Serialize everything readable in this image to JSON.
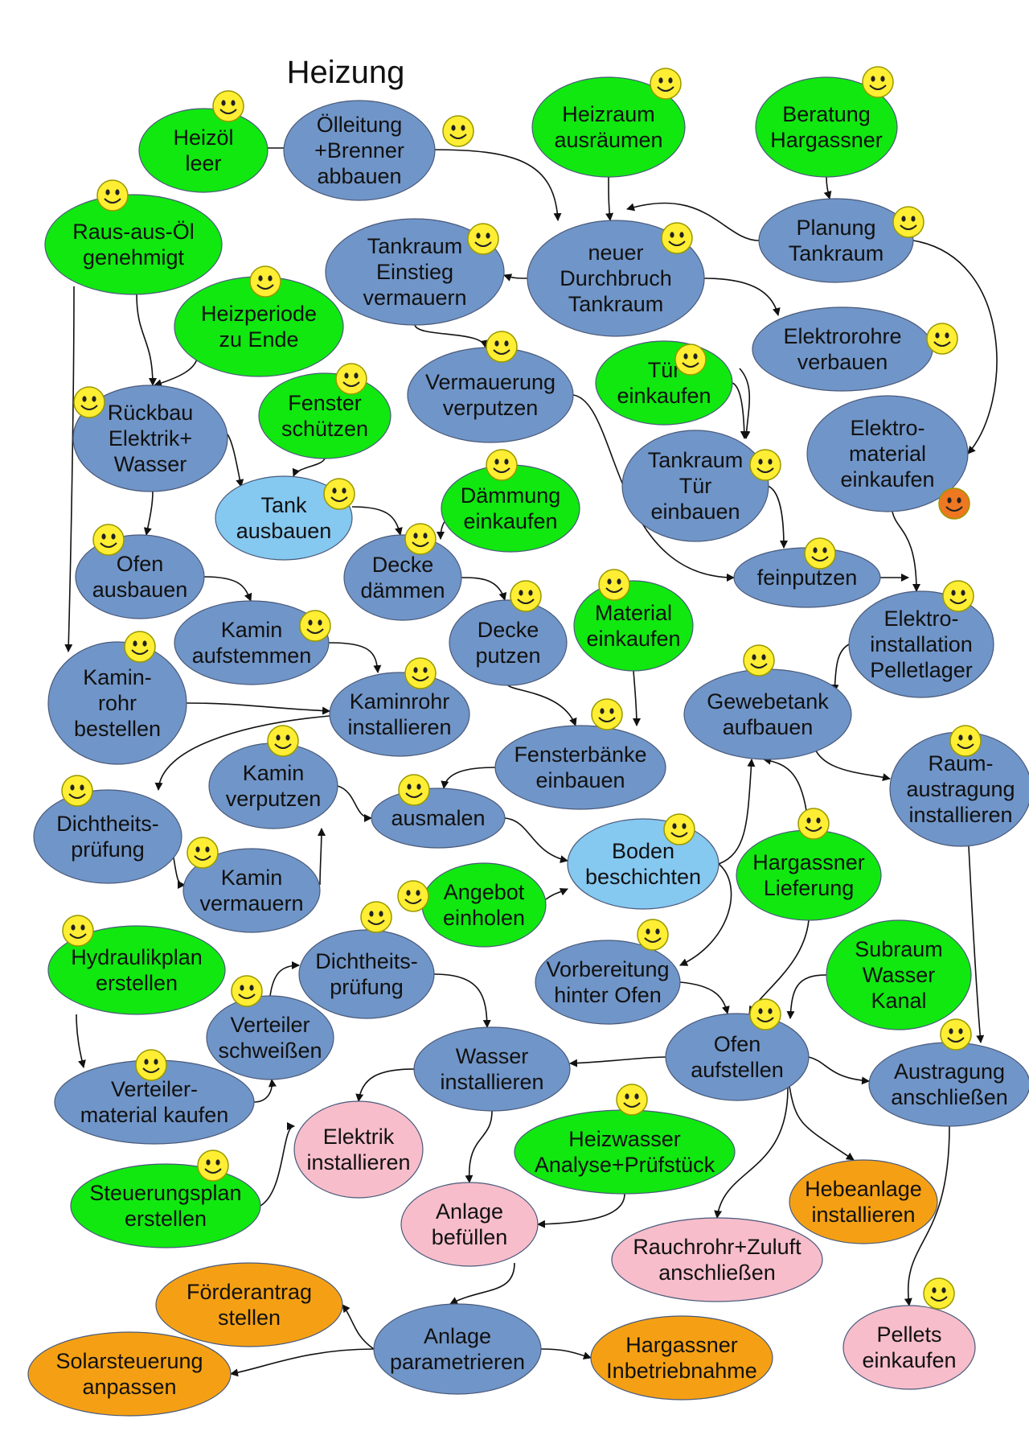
{
  "title": "Heizung",
  "colors": {
    "blue": "#7095c8",
    "green": "#10e810",
    "light-blue": "#85c8f0",
    "pink": "#f7bdcb",
    "orange": "#f5a014",
    "outline": "#4a5a7a",
    "smiley-yellow": "#ffee33",
    "smiley-orange": "#ee7722"
  },
  "nodes": [
    {
      "id": "heizoel",
      "color": "green",
      "lines": [
        "Heizöl",
        "leer"
      ],
      "smiley": "yellow"
    },
    {
      "id": "oelleitung",
      "color": "blue",
      "lines": [
        "Ölleitung",
        "+Brenner",
        "abbauen"
      ],
      "smiley": "yellow"
    },
    {
      "id": "heizraum",
      "color": "green",
      "lines": [
        "Heizraum",
        "ausräumen"
      ],
      "smiley": "yellow"
    },
    {
      "id": "beratung",
      "color": "green",
      "lines": [
        "Beratung",
        "Hargassner"
      ],
      "smiley": "yellow"
    },
    {
      "id": "rausausoel",
      "color": "green",
      "lines": [
        "Raus-aus-Öl",
        "genehmigt"
      ],
      "smiley": "yellow"
    },
    {
      "id": "tankraumeinstieg",
      "color": "blue",
      "lines": [
        "Tankraum",
        "Einstieg",
        "vermauern"
      ],
      "smiley": "yellow"
    },
    {
      "id": "durchbruch",
      "color": "blue",
      "lines": [
        "neuer",
        "Durchbruch",
        "Tankraum"
      ],
      "smiley": "yellow"
    },
    {
      "id": "planung",
      "color": "blue",
      "lines": [
        "Planung",
        "Tankraum"
      ],
      "smiley": "yellow"
    },
    {
      "id": "heizperiode",
      "color": "green",
      "lines": [
        "Heizperiode",
        "zu Ende"
      ],
      "smiley": "yellow"
    },
    {
      "id": "elektrorohre",
      "color": "blue",
      "lines": [
        "Elektrorohre",
        "verbauen"
      ],
      "smiley": "yellow"
    },
    {
      "id": "vermauerungverputzen",
      "color": "blue",
      "lines": [
        "Vermauerung",
        "verputzen"
      ],
      "smiley": "yellow"
    },
    {
      "id": "tuereinkaufen",
      "color": "green",
      "lines": [
        "Tür",
        "einkaufen"
      ],
      "smiley": "yellow"
    },
    {
      "id": "rueckbau",
      "color": "blue",
      "lines": [
        "Rückbau",
        "Elektrik+",
        "Wasser"
      ],
      "smiley": "yellow"
    },
    {
      "id": "fensterschuetzen",
      "color": "green",
      "lines": [
        "Fenster",
        "schützen"
      ],
      "smiley": "yellow"
    },
    {
      "id": "elektromaterial",
      "color": "blue",
      "lines": [
        "Elektro-",
        "material",
        "einkaufen"
      ],
      "smiley": "orange"
    },
    {
      "id": "tankraumtuer",
      "color": "blue",
      "lines": [
        "Tankraum",
        "Tür",
        "einbauen"
      ],
      "smiley": "yellow"
    },
    {
      "id": "tankausbauen",
      "color": "light-blue",
      "lines": [
        "Tank",
        "ausbauen"
      ],
      "smiley": "yellow"
    },
    {
      "id": "daemmungeinkaufen",
      "color": "green",
      "lines": [
        "Dämmung",
        "einkaufen"
      ],
      "smiley": "yellow"
    },
    {
      "id": "ofenausbauen",
      "color": "blue",
      "lines": [
        "Ofen",
        "ausbauen"
      ],
      "smiley": "yellow"
    },
    {
      "id": "deckedaemmen",
      "color": "blue",
      "lines": [
        "Decke",
        "dämmen"
      ],
      "smiley": "yellow"
    },
    {
      "id": "feinputzen",
      "color": "blue",
      "lines": [
        "feinputzen"
      ],
      "smiley": "yellow"
    },
    {
      "id": "elektroinstallation",
      "color": "blue",
      "lines": [
        "Elektro-",
        "installation",
        "Pelletlager"
      ],
      "smiley": "yellow"
    },
    {
      "id": "kaminaufstemmen",
      "color": "blue",
      "lines": [
        "Kamin",
        "aufstemmen"
      ],
      "smiley": "yellow"
    },
    {
      "id": "deckeputzen",
      "color": "blue",
      "lines": [
        "Decke",
        "putzen"
      ],
      "smiley": "yellow"
    },
    {
      "id": "materialeinkaufen",
      "color": "green",
      "lines": [
        "Material",
        "einkaufen"
      ],
      "smiley": "yellow"
    },
    {
      "id": "kaminrohrbestellen",
      "color": "blue",
      "lines": [
        "Kamin-",
        "rohr",
        "bestellen"
      ],
      "smiley": "yellow"
    },
    {
      "id": "kaminrohrinstallieren",
      "color": "blue",
      "lines": [
        "Kaminrohr",
        "installieren"
      ],
      "smiley": "yellow"
    },
    {
      "id": "gewebetank",
      "color": "blue",
      "lines": [
        "Gewebetank",
        "aufbauen"
      ],
      "smiley": "yellow"
    },
    {
      "id": "fensterbaenke",
      "color": "blue",
      "lines": [
        "Fensterbänke",
        "einbauen"
      ],
      "smiley": "yellow"
    },
    {
      "id": "kaminverputzen",
      "color": "blue",
      "lines": [
        "Kamin",
        "verputzen"
      ],
      "smiley": "yellow"
    },
    {
      "id": "raumaustragung",
      "color": "blue",
      "lines": [
        "Raum-",
        "austragung",
        "installieren"
      ],
      "smiley": "yellow"
    },
    {
      "id": "dichtheitspruefung1",
      "color": "blue",
      "lines": [
        "Dichtheits-",
        "prüfung"
      ],
      "smiley": "yellow"
    },
    {
      "id": "ausmalen",
      "color": "blue",
      "lines": [
        "ausmalen"
      ],
      "smiley": "yellow"
    },
    {
      "id": "bodenbeschichten",
      "color": "light-blue",
      "lines": [
        "Boden",
        "beschichten"
      ],
      "smiley": "yellow"
    },
    {
      "id": "hargassnerlieferung",
      "color": "green",
      "lines": [
        "Hargassner",
        "Lieferung"
      ],
      "smiley": "yellow"
    },
    {
      "id": "kaminvermauern",
      "color": "blue",
      "lines": [
        "Kamin",
        "vermauern"
      ],
      "smiley": "yellow"
    },
    {
      "id": "angebot",
      "color": "green",
      "lines": [
        "Angebot",
        "einholen"
      ],
      "smiley": "yellow"
    },
    {
      "id": "hydraulikplan",
      "color": "green",
      "lines": [
        "Hydraulikplan",
        "erstellen"
      ],
      "smiley": "yellow"
    },
    {
      "id": "dichtheitspruefung2",
      "color": "blue",
      "lines": [
        "Dichtheits-",
        "prüfung"
      ],
      "smiley": "yellow"
    },
    {
      "id": "vorbereitung",
      "color": "blue",
      "lines": [
        "Vorbereitung",
        "hinter Ofen"
      ],
      "smiley": "yellow"
    },
    {
      "id": "subraum",
      "color": "green",
      "lines": [
        "Subraum",
        "Wasser",
        "Kanal"
      ],
      "smiley": "none"
    },
    {
      "id": "verteilerschweissen",
      "color": "blue",
      "lines": [
        "Verteiler",
        "schweißen"
      ],
      "smiley": "yellow"
    },
    {
      "id": "ofenaufstellen",
      "color": "blue",
      "lines": [
        "Ofen",
        "aufstellen"
      ],
      "smiley": "yellow"
    },
    {
      "id": "wasserinstallieren",
      "color": "blue",
      "lines": [
        "Wasser",
        "installieren"
      ],
      "smiley": "none"
    },
    {
      "id": "austragung",
      "color": "blue",
      "lines": [
        "Austragung",
        "anschließen"
      ],
      "smiley": "yellow"
    },
    {
      "id": "verteilermaterial",
      "color": "blue",
      "lines": [
        "Verteiler-",
        "material kaufen"
      ],
      "smiley": "yellow"
    },
    {
      "id": "elektrikinstallieren",
      "color": "pink",
      "lines": [
        "Elektrik",
        "installieren"
      ],
      "smiley": "none"
    },
    {
      "id": "heizwasser",
      "color": "green",
      "lines": [
        "Heizwasser",
        "Analyse+Prüfstück"
      ],
      "smiley": "yellow"
    },
    {
      "id": "hebeanlage",
      "color": "orange",
      "lines": [
        "Hebeanlage",
        "installieren"
      ],
      "smiley": "none"
    },
    {
      "id": "steuerungsplan",
      "color": "green",
      "lines": [
        "Steuerungsplan",
        "erstellen"
      ],
      "smiley": "yellow"
    },
    {
      "id": "anlagebefuellen",
      "color": "pink",
      "lines": [
        "Anlage",
        "befüllen"
      ],
      "smiley": "none"
    },
    {
      "id": "rauchrohr",
      "color": "pink",
      "lines": [
        "Rauchrohr+Zuluft",
        "anschließen"
      ],
      "smiley": "none"
    },
    {
      "id": "pellets",
      "color": "pink",
      "lines": [
        "Pellets",
        "einkaufen"
      ],
      "smiley": "yellow"
    },
    {
      "id": "foerderantrag",
      "color": "orange",
      "lines": [
        "Förderantrag",
        "stellen"
      ],
      "smiley": "none"
    },
    {
      "id": "anlageparametrieren",
      "color": "blue",
      "lines": [
        "Anlage",
        "parametrieren"
      ],
      "smiley": "none"
    },
    {
      "id": "hargassnerinbetrieb",
      "color": "orange",
      "lines": [
        "Hargassner",
        "Inbetriebnahme"
      ],
      "smiley": "none"
    },
    {
      "id": "solarsteuerung",
      "color": "orange",
      "lines": [
        "Solarsteuerung",
        "anpassen"
      ],
      "smiley": "none"
    }
  ],
  "edges": [
    [
      "heizoel",
      "oelleitung"
    ],
    [
      "oelleitung",
      "durchbruch"
    ],
    [
      "heizraum",
      "durchbruch"
    ],
    [
      "beratung",
      "planung"
    ],
    [
      "planung",
      "durchbruch"
    ],
    [
      "planung",
      "elektromaterial"
    ],
    [
      "durchbruch",
      "tankraumeinstieg"
    ],
    [
      "durchbruch",
      "elektrorohre"
    ],
    [
      "tankraumeinstieg",
      "vermauerungverputzen"
    ],
    [
      "rausausoel",
      "rueckbau"
    ],
    [
      "rausausoel",
      "kaminrohrbestellen"
    ],
    [
      "heizperiode",
      "rueckbau"
    ],
    [
      "elektrorohre",
      "tankraumtuer"
    ],
    [
      "tuereinkaufen",
      "tankraumtuer"
    ],
    [
      "vermauerungverputzen",
      "feinputzen"
    ],
    [
      "rueckbau",
      "tankausbauen"
    ],
    [
      "rueckbau",
      "ofenausbauen"
    ],
    [
      "fensterschuetzen",
      "tankausbauen"
    ],
    [
      "tankausbauen",
      "deckedaemmen"
    ],
    [
      "daemmungeinkaufen",
      "deckedaemmen"
    ],
    [
      "tankraumtuer",
      "feinputzen"
    ],
    [
      "elektromaterial",
      "elektroinstallation"
    ],
    [
      "feinputzen",
      "elektroinstallation"
    ],
    [
      "ofenausbauen",
      "kaminaufstemmen"
    ],
    [
      "deckedaemmen",
      "deckeputzen"
    ],
    [
      "kaminaufstemmen",
      "kaminrohrinstallieren"
    ],
    [
      "kaminrohrbestellen",
      "kaminrohrinstallieren"
    ],
    [
      "elektroinstallation",
      "gewebetank"
    ],
    [
      "deckeputzen",
      "fensterbaenke"
    ],
    [
      "materialeinkaufen",
      "fensterbaenke"
    ],
    [
      "kaminrohrinstallieren",
      "dichtheitspruefung1"
    ],
    [
      "gewebetank",
      "raumaustragung"
    ],
    [
      "fensterbaenke",
      "ausmalen"
    ],
    [
      "kaminverputzen",
      "ausmalen"
    ],
    [
      "ausmalen",
      "bodenbeschichten"
    ],
    [
      "dichtheitspruefung1",
      "kaminvermauern"
    ],
    [
      "kaminvermauern",
      "kaminverputzen"
    ],
    [
      "bodenbeschichten",
      "gewebetank"
    ],
    [
      "hargassnerlieferung",
      "gewebetank"
    ],
    [
      "angebot",
      "bodenbeschichten"
    ],
    [
      "bodenbeschichten",
      "vorbereitung"
    ],
    [
      "hydraulikplan",
      "verteilermaterial"
    ],
    [
      "verteilermaterial",
      "verteilerschweissen"
    ],
    [
      "verteilerschweissen",
      "dichtheitspruefung2"
    ],
    [
      "dichtheitspruefung2",
      "wasserinstallieren"
    ],
    [
      "hargassnerlieferung",
      "ofenaufstellen"
    ],
    [
      "vorbereitung",
      "ofenaufstellen"
    ],
    [
      "subraum",
      "ofenaufstellen"
    ],
    [
      "raumaustragung",
      "austragung"
    ],
    [
      "ofenaufstellen",
      "wasserinstallieren"
    ],
    [
      "ofenaufstellen",
      "austragung"
    ],
    [
      "ofenaufstellen",
      "hebeanlage"
    ],
    [
      "ofenaufstellen",
      "rauchrohr"
    ],
    [
      "wasserinstallieren",
      "elektrikinstallieren"
    ],
    [
      "wasserinstallieren",
      "anlagebefuellen"
    ],
    [
      "steuerungsplan",
      "elektrikinstallieren"
    ],
    [
      "heizwasser",
      "anlagebefuellen"
    ],
    [
      "austragung",
      "pellets"
    ],
    [
      "anlagebefuellen",
      "anlageparametrieren"
    ],
    [
      "anlageparametrieren",
      "foerderantrag"
    ],
    [
      "anlageparametrieren",
      "hargassnerinbetrieb"
    ],
    [
      "anlageparametrieren",
      "solarsteuerung"
    ]
  ]
}
